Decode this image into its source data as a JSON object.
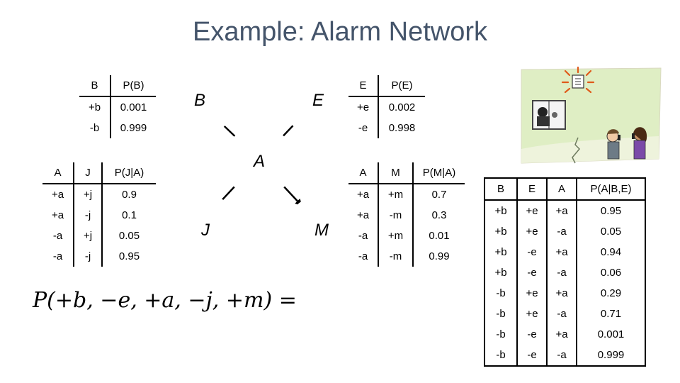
{
  "title": "Example: Alarm Network",
  "nodes": {
    "b": "B",
    "e": "E",
    "a": "A",
    "j": "J",
    "m": "M"
  },
  "cpt_b": {
    "headers": [
      "B",
      "P(B)"
    ],
    "rows": [
      [
        "+b",
        "0.001"
      ],
      [
        "-b",
        "0.999"
      ]
    ]
  },
  "cpt_e": {
    "headers": [
      "E",
      "P(E)"
    ],
    "rows": [
      [
        "+e",
        "0.002"
      ],
      [
        "-e",
        "0.998"
      ]
    ]
  },
  "cpt_j": {
    "headers": [
      "A",
      "J",
      "P(J|A)"
    ],
    "rows": [
      [
        "+a",
        "+j",
        "0.9"
      ],
      [
        "+a",
        "-j",
        "0.1"
      ],
      [
        "-a",
        "+j",
        "0.05"
      ],
      [
        "-a",
        "-j",
        "0.95"
      ]
    ]
  },
  "cpt_m": {
    "headers": [
      "A",
      "M",
      "P(M|A)"
    ],
    "rows": [
      [
        "+a",
        "+m",
        "0.7"
      ],
      [
        "+a",
        "-m",
        "0.3"
      ],
      [
        "-a",
        "+m",
        "0.01"
      ],
      [
        "-a",
        "-m",
        "0.99"
      ]
    ]
  },
  "cpt_a": {
    "headers": [
      "B",
      "E",
      "A",
      "P(A|B,E)"
    ],
    "rows": [
      [
        "+b",
        "+e",
        "+a",
        "0.95"
      ],
      [
        "+b",
        "+e",
        "-a",
        "0.05"
      ],
      [
        "+b",
        "-e",
        "+a",
        "0.94"
      ],
      [
        "+b",
        "-e",
        "-a",
        "0.06"
      ],
      [
        "-b",
        "+e",
        "+a",
        "0.29"
      ],
      [
        "-b",
        "+e",
        "-a",
        "0.71"
      ],
      [
        "-b",
        "-e",
        "+a",
        "0.001"
      ],
      [
        "-b",
        "-e",
        "-a",
        "0.999"
      ]
    ]
  },
  "formula": "P(+b, −e, +a, −j, +m) =",
  "colors": {
    "title": "#44546a",
    "edge": "#000000"
  }
}
